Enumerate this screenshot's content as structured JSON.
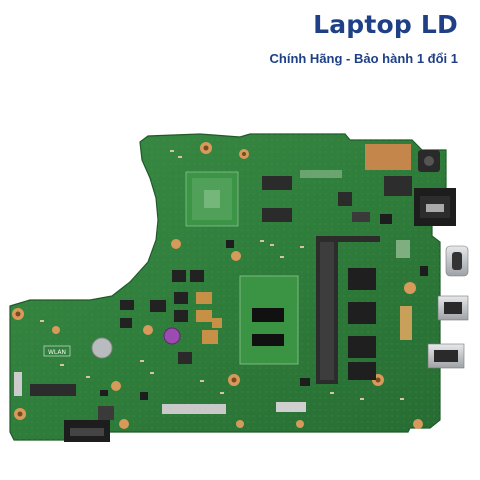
{
  "brand": {
    "title": "Laptop LD",
    "subtitle": "Chính Hãng - Bảo hành 1 đổi 1"
  },
  "board": {
    "silkscreen_label": "WLAN",
    "colors": {
      "pcb": "#2f7d3b",
      "pcb_dark": "#1f5e2a",
      "copper": "#c88c4a",
      "chip": "#2a2a2a",
      "port_metal": "#b9bcbf"
    }
  }
}
